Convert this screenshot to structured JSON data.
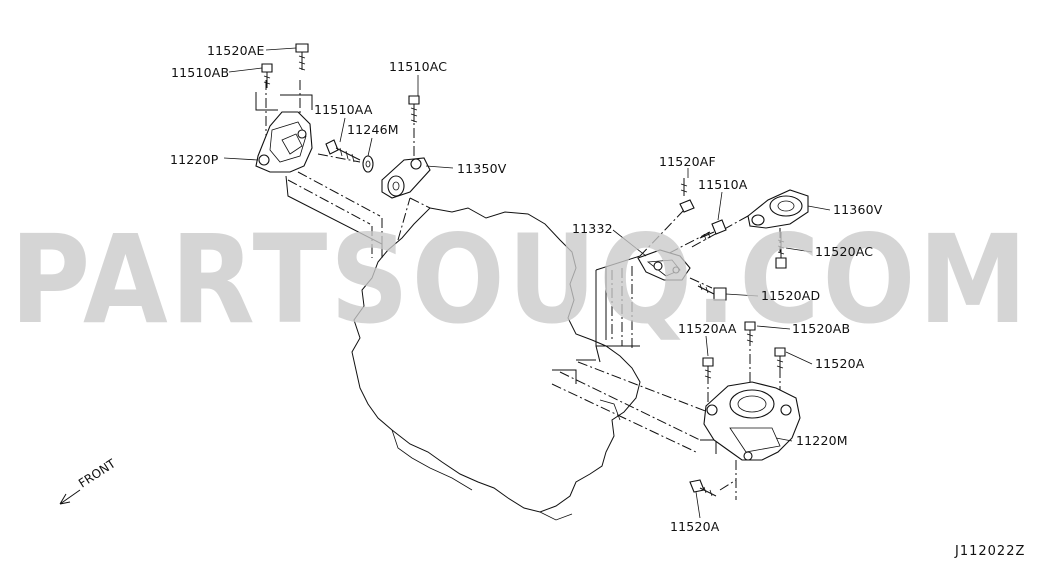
{
  "part_labels": [
    "11520AE",
    "11510AB",
    "11510AC",
    "11510AA",
    "11246M",
    "11220P",
    "11350V",
    "11520AF",
    "11510A",
    "11360V",
    "11332",
    "11520AC",
    "11520AD",
    "11520AA",
    "11520AB",
    "11520A",
    "11220M",
    "11520A"
  ],
  "watermark": "PARTSOUQ.COM",
  "direction_label": "FRONT",
  "diagram_code": "J112022Z"
}
